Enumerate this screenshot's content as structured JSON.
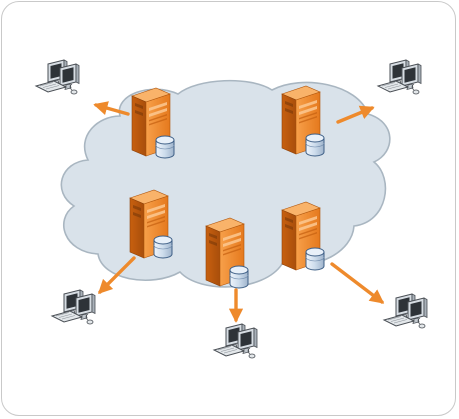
{
  "diagram": {
    "type": "network-topology",
    "cloud_color": "#d9e2ea",
    "cloud_stroke": "#a9b6c1",
    "server_color": "#f0882a",
    "arrow_color": "#ee8a2c",
    "database_color": "#c8d8ea",
    "icons": {
      "server": "server-icon",
      "database": "database-icon",
      "client": "desktop-computer-icon",
      "network": "cloud-icon"
    },
    "servers": [
      {
        "id": "server-1",
        "client": "client-1"
      },
      {
        "id": "server-2",
        "client": "client-2"
      },
      {
        "id": "server-3",
        "client": "client-3"
      },
      {
        "id": "server-4",
        "client": "client-4"
      },
      {
        "id": "server-5",
        "client": "client-5"
      }
    ]
  }
}
